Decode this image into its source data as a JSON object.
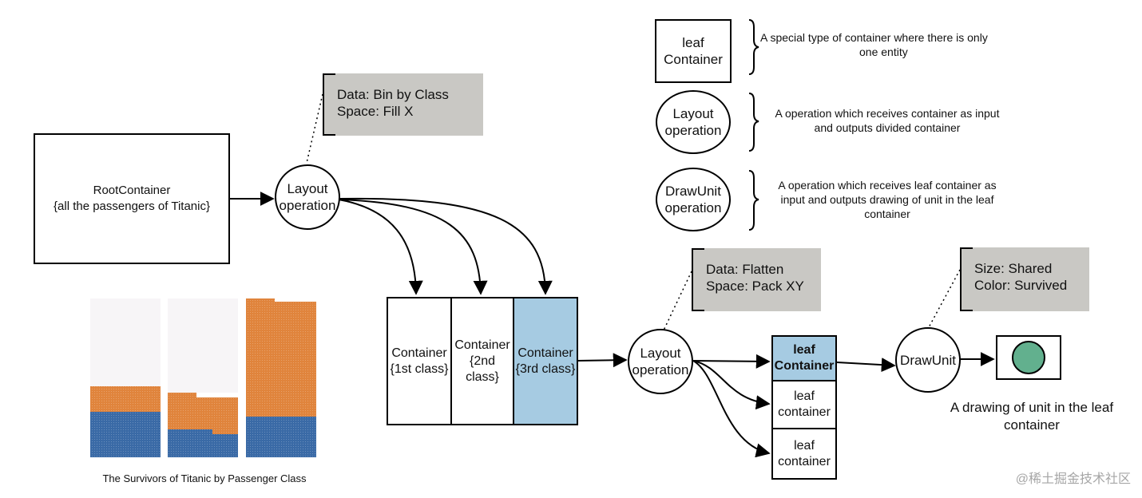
{
  "root_container": {
    "line1": "RootContainer",
    "line2": "{all the passengers of Titanic}"
  },
  "layout_op_1": {
    "line1": "Layout",
    "line2": "operation"
  },
  "note_1": {
    "line1": "Data: Bin by Class",
    "line2": "Space: Fill X"
  },
  "containers": [
    {
      "line1": "Container",
      "line2": "{1st class}",
      "highlight": false
    },
    {
      "line1": "Container",
      "line2": "{2nd class}",
      "highlight": false
    },
    {
      "line1": "Container",
      "line2": "{3rd class}",
      "highlight": true
    }
  ],
  "layout_op_2": {
    "line1": "Layout",
    "line2": "operation"
  },
  "note_2": {
    "line1": "Data: Flatten",
    "line2": "Space: Pack XY"
  },
  "leaf_stack": [
    {
      "line1": "leaf",
      "line2": "Container",
      "highlight": true
    },
    {
      "line1": "leaf",
      "line2": "container",
      "highlight": false
    },
    {
      "line1": "leaf",
      "line2": "container",
      "highlight": false
    }
  ],
  "drawunit_op": {
    "label": "DrawUnit"
  },
  "note_3": {
    "line1": "Size: Shared",
    "line2": "Color: Survived"
  },
  "unit_caption": {
    "line1": "A drawing of unit in the leaf",
    "line2": "container"
  },
  "legend": {
    "leaf": {
      "symbol_line1": "leaf",
      "symbol_line2": "Container",
      "desc_line1": "A special type of container where there is only",
      "desc_line2": "one entity"
    },
    "layout": {
      "symbol_line1": "Layout",
      "symbol_line2": "operation",
      "desc_line1": "A operation which receives container as input",
      "desc_line2": "and outputs divided container"
    },
    "drawunit": {
      "symbol_line1": "DrawUnit",
      "symbol_line2": "operation",
      "desc_line1": "A operation which receives  leaf container as",
      "desc_line2": "input and outputs drawing of unit in the leaf",
      "desc_line3": "container"
    }
  },
  "chart": {
    "caption": "The Survivors of Titanic by Passenger Class",
    "colors": {
      "survived": "#3a6aa6",
      "died": "#e0843c",
      "empty": "#f7f5f7",
      "unit": "#62b08e"
    }
  },
  "watermark": "@稀土掘金技术社区"
}
